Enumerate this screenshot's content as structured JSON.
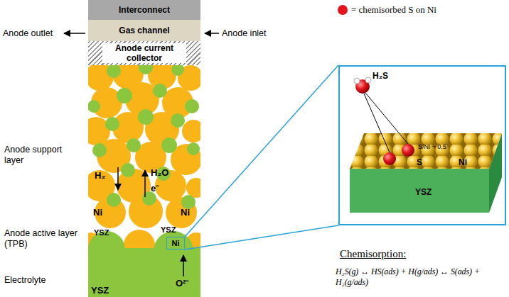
{
  "diagram": {
    "nodes": [
      {
        "text": [
          "Interconnect"
        ]
      },
      {
        "text": [
          "Gas channel"
        ]
      },
      {
        "text": [
          "Anode current collector"
        ]
      },
      {
        "text": [
          "Ni"
        ]
      },
      {
        "text": [
          "H₂S",
          "S",
          "S/Ni ~ 0,5",
          "Ni",
          "YSZ"
        ]
      }
    ],
    "edges": [
      {
        "from": 3,
        "to": 4,
        "arrow": "none"
      },
      {
        "from": 3,
        "to": 4,
        "arrow": "none"
      }
    ],
    "labels": [
      "Anode outlet",
      "Anode inlet",
      "Anode support layer",
      "H₂",
      "H₂O",
      "e⁻",
      "Ni",
      "Ni",
      "Anode active layer (TPB)",
      "YSZ",
      "YSZ",
      "Electrolyte",
      "YSZ",
      "O²⁻",
      "Chemisorption:",
      "H₂S(g) ↔ HS(ads) + H(g/ads) ↔ S(ads) + H₂(g/ads)"
    ],
    "legend": [
      {
        "text": "= chemisorbed S on Ni",
        "color": "#e3141b"
      }
    ]
  }
}
